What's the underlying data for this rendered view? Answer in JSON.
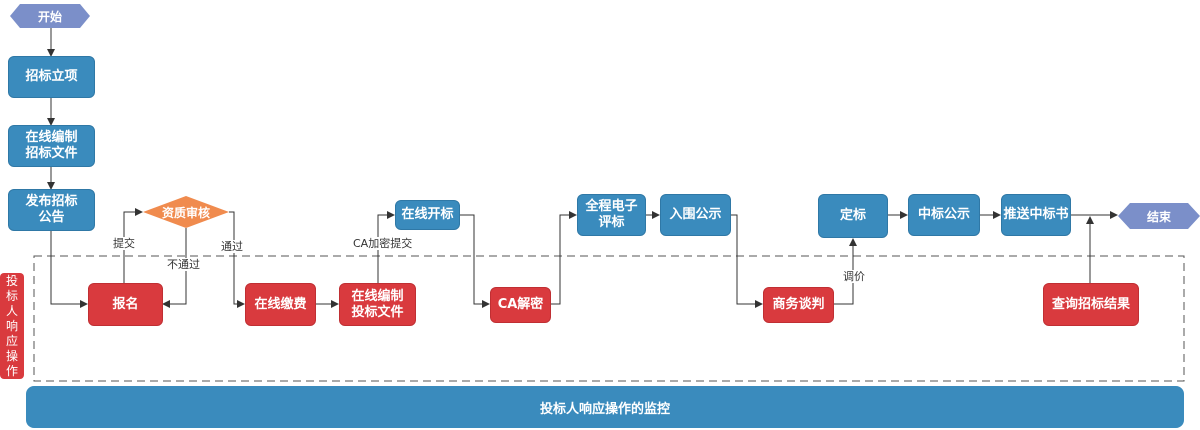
{
  "terminals": {
    "start": "开始",
    "end": "结束"
  },
  "nodes": {
    "project": "招标立项",
    "compile_tender": "在线编制\n招标文件",
    "publish": "发布招标\n公告",
    "qualification": "资质审核",
    "register": "报名",
    "pay_online": "在线缴费",
    "compile_bid": "在线编制\n投标文件",
    "open_bid": "在线开标",
    "ca_decrypt": "CA解密",
    "evaluation": "全程电子\n评标",
    "shortlist": "入围公示",
    "negotiation": "商务谈判",
    "award": "定标",
    "award_notice": "中标公示",
    "push_letter": "推送中标书",
    "query_result": "查询招标结果"
  },
  "edge_labels": {
    "submit": "提交",
    "pass": "通过",
    "fail": "不通过",
    "ca_submit": "CA加密提交",
    "price_adjust": "调价"
  },
  "lanes": {
    "bidder_ops": "投标人响应操作",
    "monitor": "投标人响应操作的监控"
  },
  "colors": {
    "platform": "#3a8bbd",
    "bidder": "#d93a3e",
    "decision": "#f08b4e",
    "terminal": "#7b8fc9"
  }
}
